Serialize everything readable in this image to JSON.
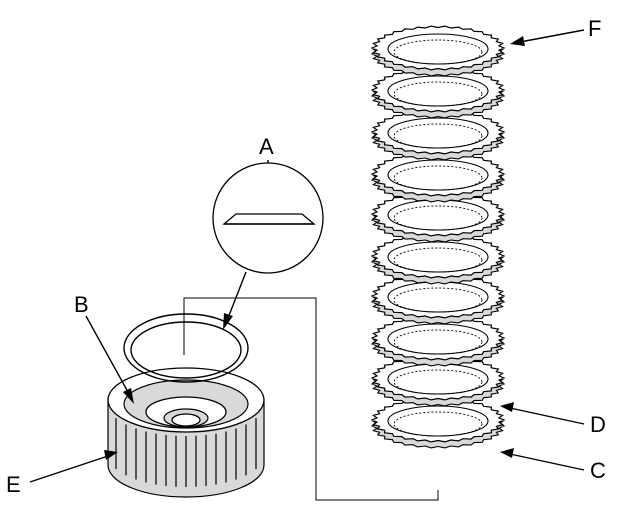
{
  "labels": {
    "a": "A",
    "b": "B",
    "c": "C",
    "d": "D",
    "e": "E",
    "f": "F"
  },
  "colors": {
    "line": "#000000",
    "fill": "#ffffff",
    "shade": "#d9d9d9"
  }
}
